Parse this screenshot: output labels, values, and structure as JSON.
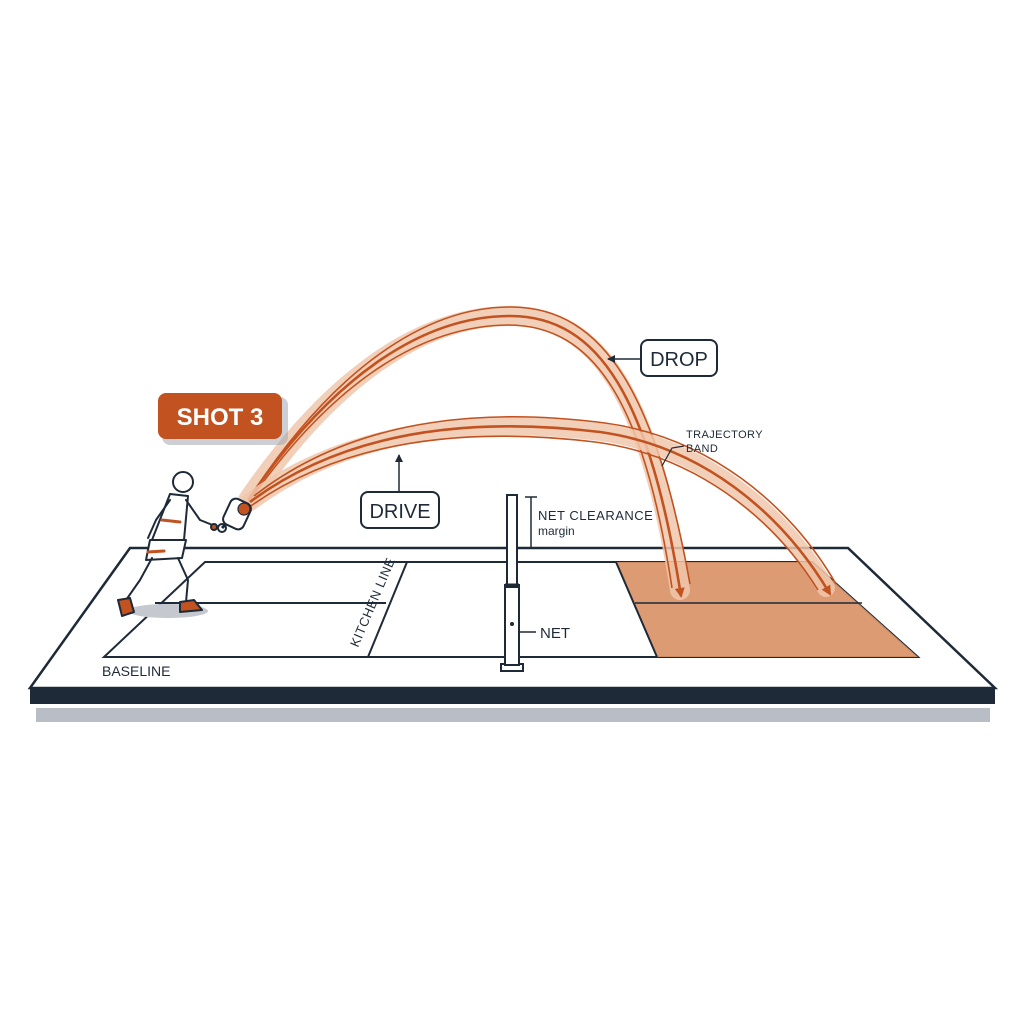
{
  "colors": {
    "accent": "#c2521f",
    "accent_light": "#f0c7ac",
    "target_zone": "#d99266",
    "ink": "#1e2a38",
    "court_edge": "#1e2a38",
    "shadow": "#b9bec6"
  },
  "badge": {
    "label": "SHOT 3"
  },
  "shots": {
    "drop": {
      "label": "DROP"
    },
    "drive": {
      "label": "DRIVE"
    }
  },
  "annotations": {
    "trajectory_band_line1": "TRAJECTORY",
    "trajectory_band_line2": "BAND",
    "net_clearance_line1": "NET CLEARANCE",
    "net_clearance_line2": "margin"
  },
  "court_labels": {
    "kitchen_line": "KITCHEN LINE",
    "net": "NET",
    "baseline": "BASELINE"
  },
  "icons": [
    "player-figure",
    "paddle-icon",
    "ball-icon",
    "arrowhead-icon"
  ]
}
